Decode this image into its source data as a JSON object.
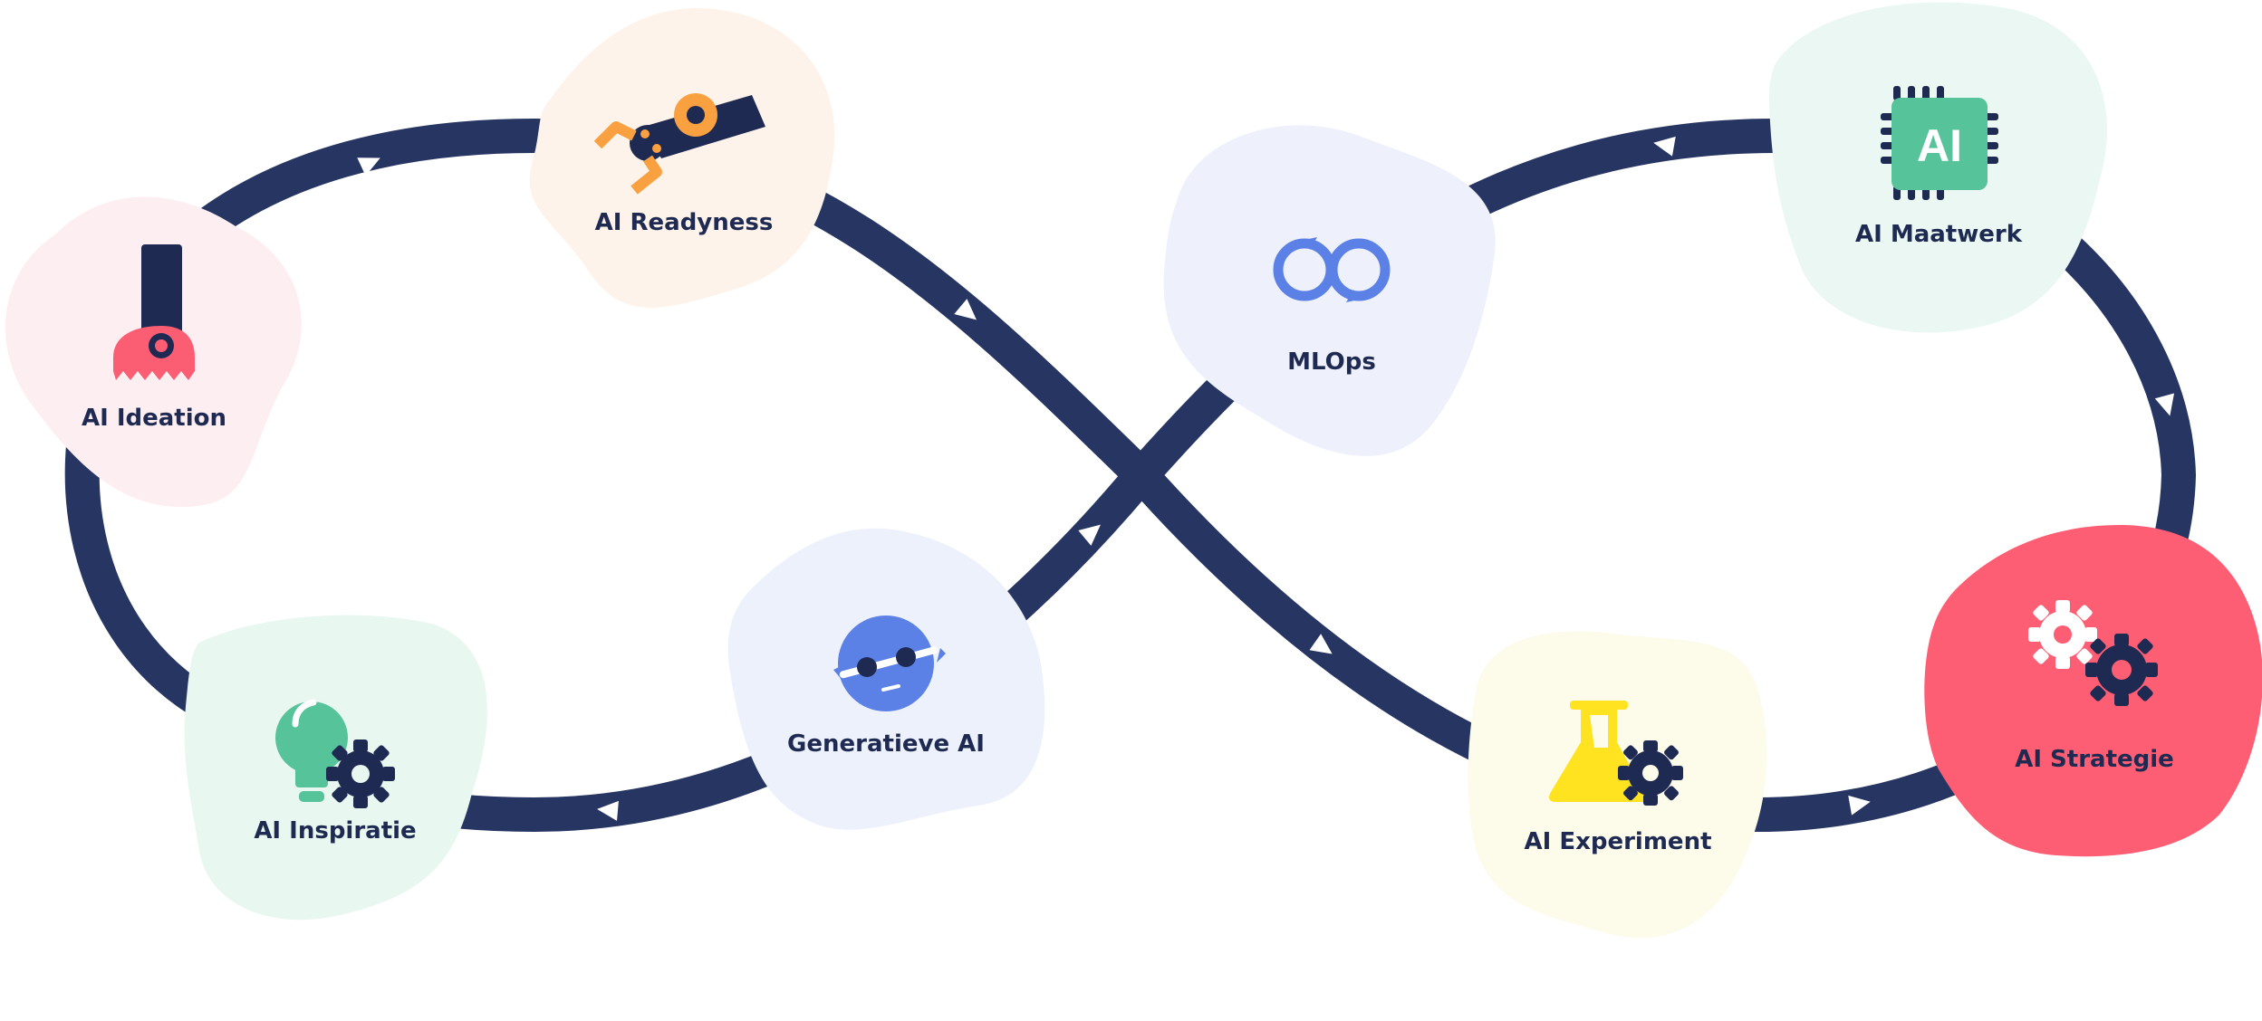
{
  "colors": {
    "track": "#263561",
    "arrow": "#ffffff",
    "label": "#1e2a52",
    "ideation_blob": "#fdeef2",
    "readyness_blob": "#fef3ea",
    "mlops_blob": "#eef1fb",
    "maatwerk_blob": "#eaf7f2",
    "inspiratie_blob": "#e9f7f1",
    "generatieve_blob": "#edf1fb",
    "experiment_blob": "#fdfbe9",
    "strategie_blob": "#fd5e73",
    "accent_pink": "#fb5d73",
    "accent_orange": "#f9a041",
    "accent_blue": "#5b80e6",
    "accent_green": "#56c39b",
    "accent_yellow": "#ffe320",
    "navy": "#1e2a52"
  },
  "nodes": [
    {
      "id": "ai-ideation",
      "label": "AI Ideation",
      "icon": "brush-icon"
    },
    {
      "id": "ai-readyness",
      "label": "AI Readyness",
      "icon": "robot-arm-icon"
    },
    {
      "id": "mlops",
      "label": "MLOps",
      "icon": "infinity-loop-icon"
    },
    {
      "id": "ai-maatwerk",
      "label": "AI Maatwerk",
      "icon": "ai-chip-icon"
    },
    {
      "id": "ai-inspiratie",
      "label": "AI Inspiratie",
      "icon": "lightbulb-gear-icon"
    },
    {
      "id": "generatieve-ai",
      "label": "Generatieve AI",
      "icon": "robot-face-icon"
    },
    {
      "id": "ai-experiment",
      "label": "AI Experiment",
      "icon": "flask-gear-icon"
    },
    {
      "id": "ai-strategie",
      "label": "AI Strategie",
      "icon": "gears-icon"
    }
  ],
  "chip_text": "AI"
}
